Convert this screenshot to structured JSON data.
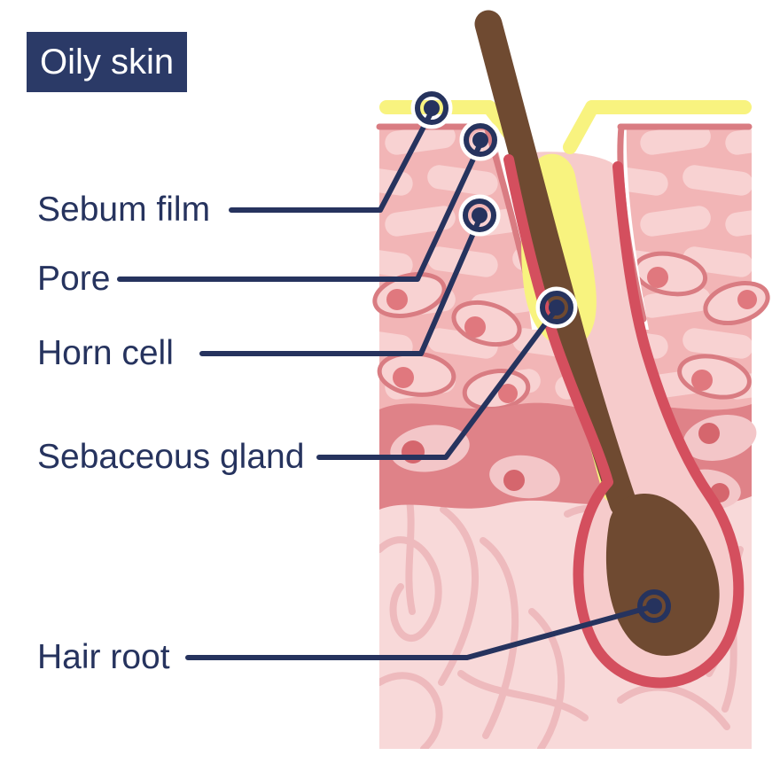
{
  "title": "Oily skin",
  "labels": [
    {
      "id": "sebum-film",
      "text": "Sebum film"
    },
    {
      "id": "pore",
      "text": "Pore"
    },
    {
      "id": "horn-cell",
      "text": "Horn cell"
    },
    {
      "id": "sebaceous-gland",
      "text": "Sebaceous gland"
    },
    {
      "id": "hair-root",
      "text": "Hair root"
    }
  ],
  "markers": [
    {
      "name": "sebum-film-marker"
    },
    {
      "name": "pore-marker"
    },
    {
      "name": "horn-cell-marker"
    },
    {
      "name": "sebaceous-gland-marker"
    },
    {
      "name": "hair-root-marker"
    }
  ],
  "colors": {
    "navy": "#26335e",
    "titlebg": "#2b3a67",
    "yellow": "#f8f37f",
    "wall": "#d44f5e",
    "inner": "#f6cbcb",
    "hair": "#6f4a31",
    "epi": "#f2b5b6",
    "pill": "#f8d2d2",
    "outline": "#d97c82",
    "nucleus": "#e0787e",
    "band": "#df8288",
    "bandcell": "#f3c6c8",
    "bandnucleus": "#d5666d",
    "dermis": "#f8d9d9",
    "fiber": "#eebabd"
  }
}
